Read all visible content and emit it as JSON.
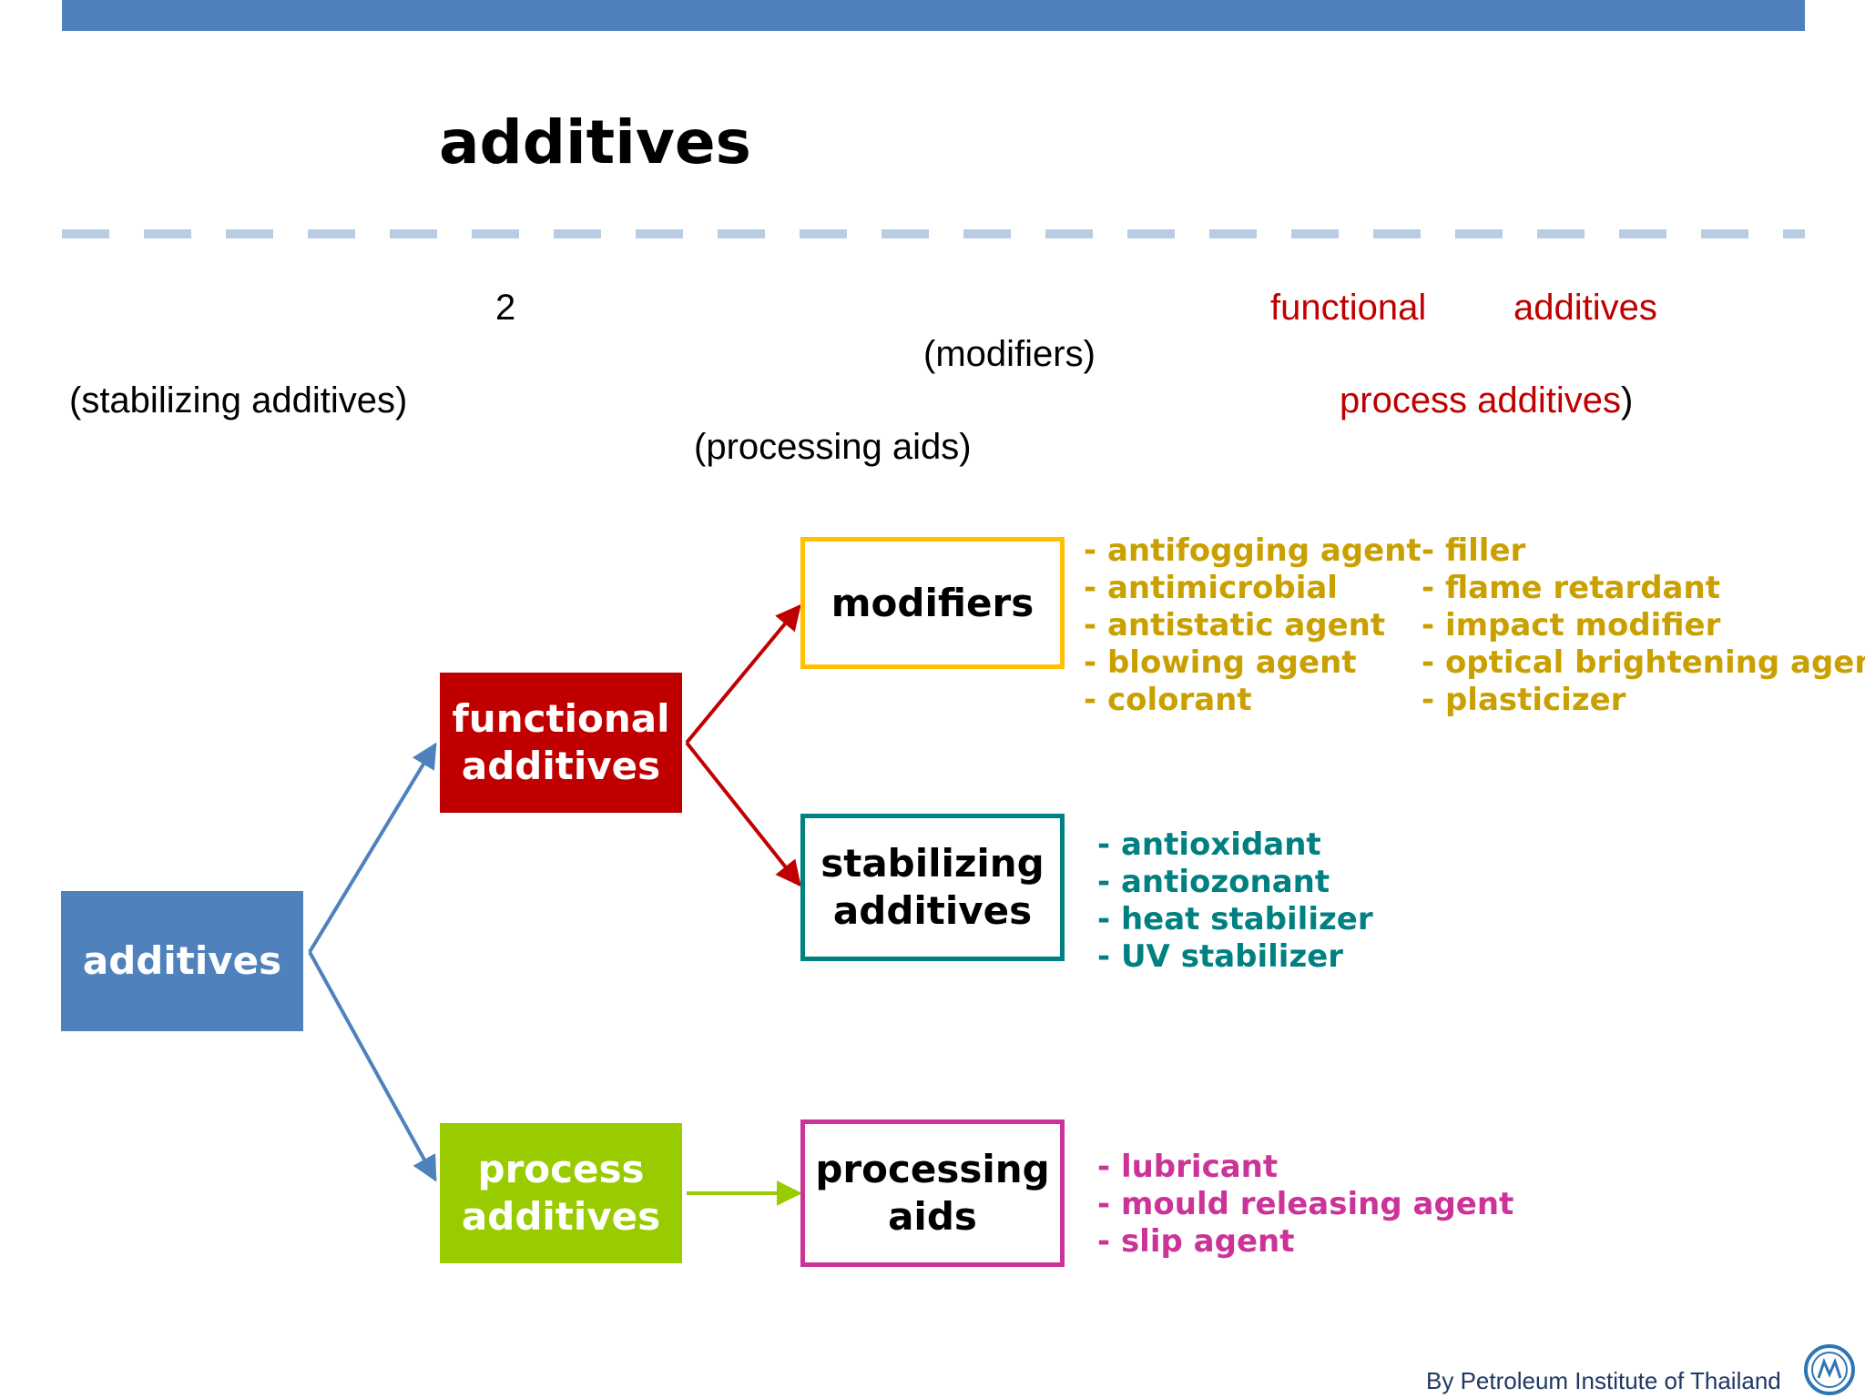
{
  "title": "additives",
  "intro": {
    "count": "2",
    "functional": "functional",
    "additives": "additives",
    "modifiers": "(modifiers)",
    "stabilizing": "(stabilizing  additives)",
    "process_additives": "process  additives",
    "close_paren": ")",
    "processing_aids": "(processing aids)"
  },
  "nodes": {
    "root": "additives",
    "functional": "functional additives",
    "process": "process additives",
    "modifiers": "modifiers",
    "stabilizing": "stabilizing additives",
    "processing": "processing aids"
  },
  "lists": {
    "modifiers_col1": [
      "- antifogging agent",
      "- antimicrobial",
      "- antistatic agent",
      "- blowing agent",
      "- colorant"
    ],
    "modifiers_col2": [
      "- filler",
      "- flame retardant",
      "- impact modifier",
      "- optical brightening agent",
      "- plasticizer"
    ],
    "stabilizing": [
      "- antioxidant",
      "- antiozonant",
      "- heat stabilizer",
      "- UV stabilizer"
    ],
    "processing": [
      "- lubricant",
      "- mould releasing agent",
      "- slip agent"
    ]
  },
  "colors": {
    "blue": "#4f81bd",
    "red": "#c00000",
    "green": "#99cc00",
    "yellow": "#ffc000",
    "teal": "#008080",
    "magenta": "#cc3399",
    "gold_text": "#c9a000"
  },
  "footer": {
    "credit": "By Petroleum Institute of Thailand",
    "logo_icon": "pti-logo-icon"
  }
}
